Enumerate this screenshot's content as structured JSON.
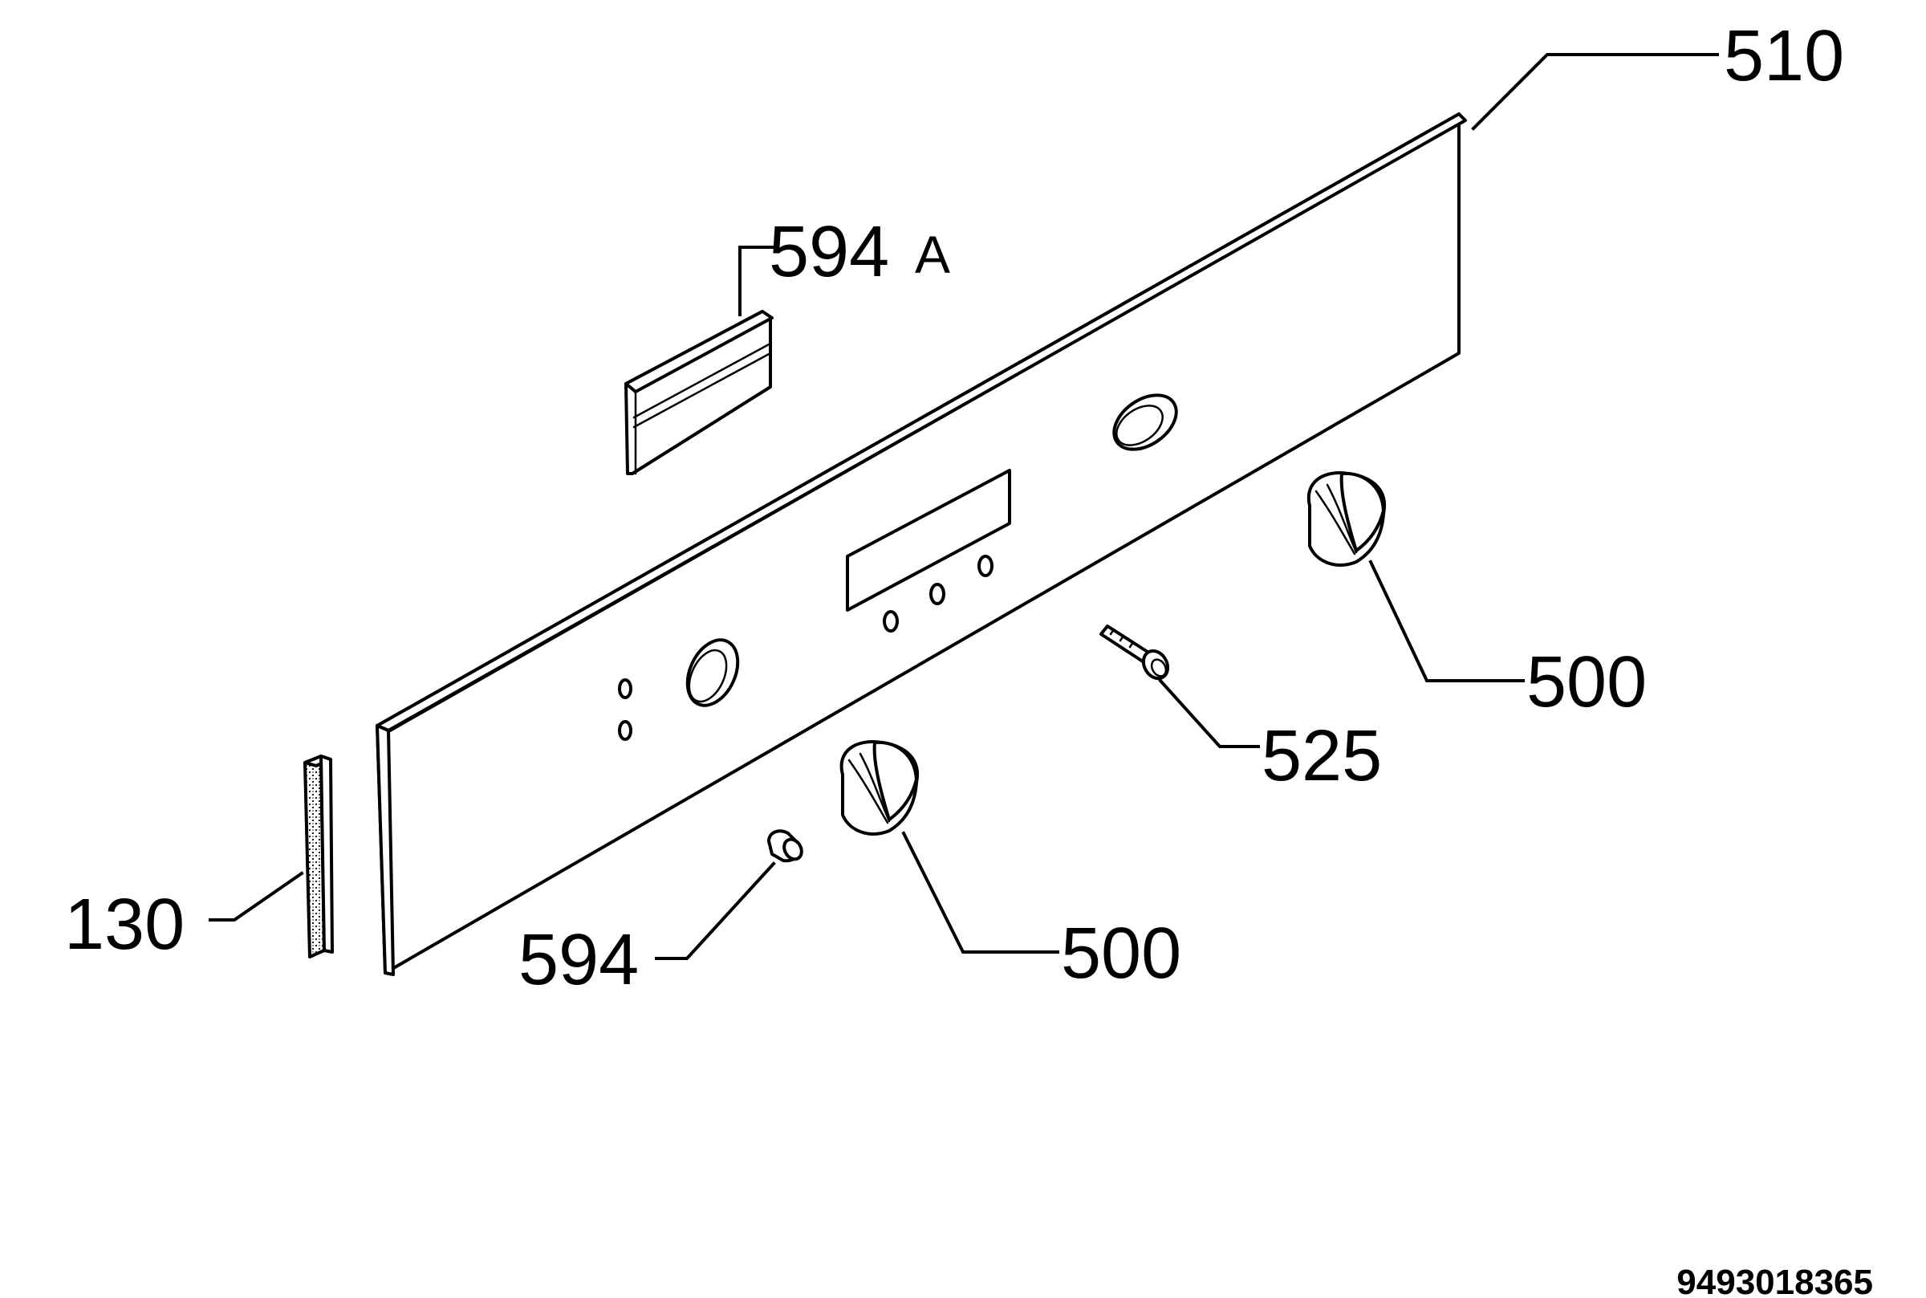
{
  "callouts": {
    "part_510": "510",
    "part_594a_number": "594",
    "part_594a_suffix": "A",
    "part_500_right": "500",
    "part_525": "525",
    "part_500_left": "500",
    "part_594": "594",
    "part_130": "130"
  },
  "document_number": "9493018365"
}
